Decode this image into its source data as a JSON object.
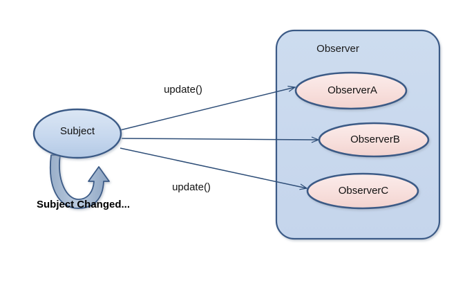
{
  "diagram": {
    "title_visible": false,
    "background_color": "#ffffff",
    "group": {
      "label": "Observer",
      "fill_color": "#c9d8ee",
      "border_color": "#3a5a86",
      "shape": "rounded-rectangle"
    },
    "subject": {
      "label": "Subject",
      "fill_color": "#c2d4ea",
      "border_color": "#3a5a86",
      "shape": "ellipse"
    },
    "self_loop": {
      "name": "subject-changed-loop",
      "fill_color": "#8fa6c4",
      "border_color": "#3a5a86",
      "direction": "counter-clockwise"
    },
    "caption": {
      "label": "Subject Changed...",
      "color": "#000000",
      "bold": true
    },
    "observers": [
      {
        "label": "ObserverA",
        "fill_color": "#f7dfdc",
        "border_color": "#3a5a86",
        "shape": "ellipse"
      },
      {
        "label": "ObserverB",
        "fill_color": "#f7dfdc",
        "border_color": "#3a5a86",
        "shape": "ellipse"
      },
      {
        "label": "ObserverC",
        "fill_color": "#f7dfdc",
        "border_color": "#3a5a86",
        "shape": "ellipse"
      }
    ],
    "edges": [
      {
        "name": "edge-subject-to-observer-a",
        "from": "Subject",
        "to": "ObserverA",
        "label": "update()",
        "color": "#2d4d77",
        "arrowhead": "open"
      },
      {
        "name": "edge-subject-to-observer-b",
        "from": "Subject",
        "to": "ObserverB",
        "label": "",
        "color": "#2d4d77",
        "arrowhead": "open"
      },
      {
        "name": "edge-subject-to-observer-c",
        "from": "Subject",
        "to": "ObserverC",
        "label": "update()",
        "color": "#2d4d77",
        "arrowhead": "open"
      }
    ],
    "edge_labels": [
      {
        "text": "update()"
      },
      {
        "text": "update()"
      }
    ]
  }
}
